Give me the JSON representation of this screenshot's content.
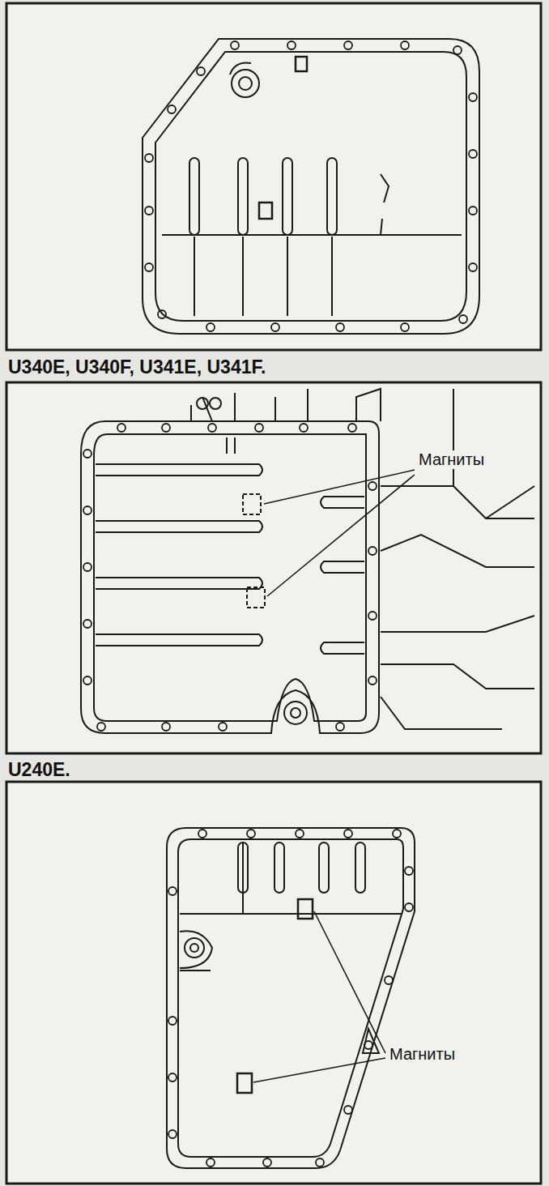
{
  "diagram": {
    "labels": [
      "U340E, U340F, U341E, U341F.",
      "Магниты",
      "U240E.",
      "Магниты"
    ]
  }
}
